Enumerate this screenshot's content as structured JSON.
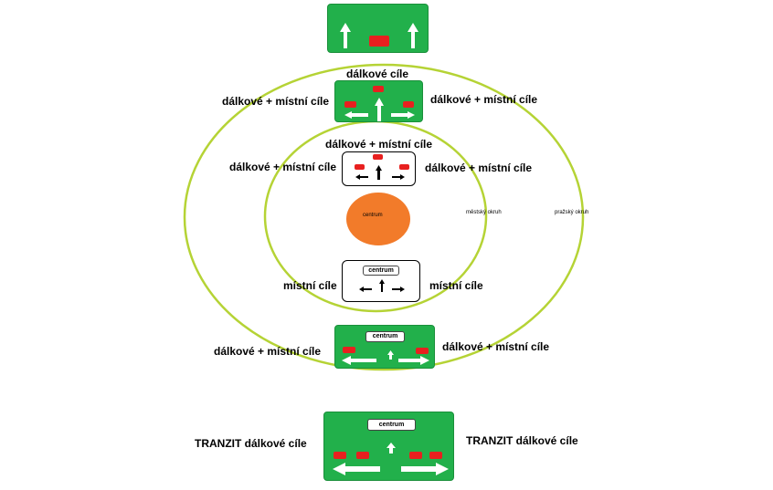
{
  "labels": {
    "long_distance": "dálkové cíle",
    "long_local": "dálkové + místní cíle",
    "local": "místní cíle",
    "transit": "TRANZIT  dálkové cíle",
    "centrum": "centrum",
    "city_ring": "městský okruh",
    "prague_ring": "pražský okruh"
  },
  "colors": {
    "sign_green": "#22b04b",
    "ring_green": "#b5d335",
    "center_orange": "#f27b2a",
    "marker_red": "#e8201f"
  }
}
